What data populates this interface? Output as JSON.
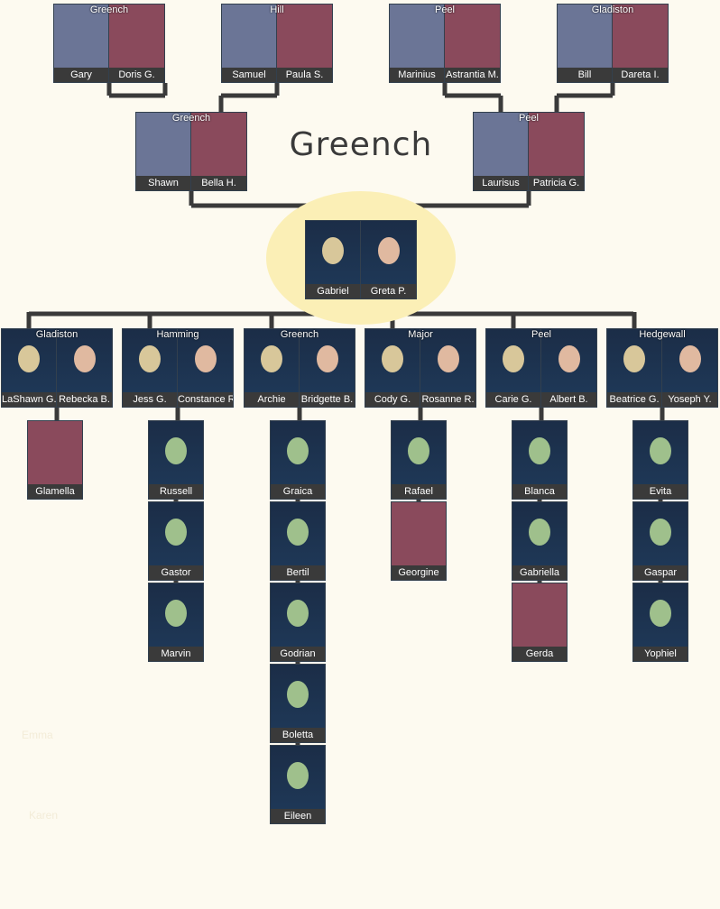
{
  "title": "Greench",
  "colors": {
    "male": "#6b7596",
    "female": "#8a4a5c",
    "photo": "#1f3a5a",
    "line": "#3a3a3a",
    "name_bar": "#3a3a3a",
    "halo": "#fbefb6"
  },
  "grandparents": [
    {
      "family": "Greench",
      "left": "Gary",
      "right": "Doris G."
    },
    {
      "family": "Hill",
      "left": "Samuel",
      "right": "Paula S."
    },
    {
      "family": "Peel",
      "left": "Marinius",
      "right": "Astrantia M."
    },
    {
      "family": "Gladiston",
      "left": "Bill",
      "right": "Dareta I."
    }
  ],
  "parents": [
    {
      "family": "Greench",
      "left": "Shawn",
      "right": "Bella H."
    },
    {
      "family": "Peel",
      "left": "Laurisus",
      "right": "Patricia G."
    }
  ],
  "center": {
    "left": "Gabriel",
    "right": "Greta P."
  },
  "children": [
    {
      "family": "Gladiston",
      "left": "LaShawn G.",
      "right": "Rebecka B.",
      "kids": [
        "Glamella"
      ]
    },
    {
      "family": "Hamming",
      "left": "Jess G.",
      "right": "Constance R.",
      "kids": [
        "Russell",
        "Gastor",
        "Marvin"
      ]
    },
    {
      "family": "Greench",
      "left": "Archie",
      "right": "Bridgette B.",
      "kids": [
        "Graica",
        "Bertil",
        "Godrian",
        "Boletta",
        "Eileen"
      ]
    },
    {
      "family": "Major",
      "left": "Cody G.",
      "right": "Rosanne R.",
      "kids": [
        "Rafael",
        "Georgine"
      ]
    },
    {
      "family": "Peel",
      "left": "Carie G.",
      "right": "Albert B.",
      "kids": [
        "Blanca",
        "Gabriella",
        "Gerda"
      ]
    },
    {
      "family": "Hedgewall",
      "left": "Beatrice G.",
      "right": "Yoseph Y.",
      "kids": [
        "Evita",
        "Gaspar",
        "Yophiel"
      ]
    }
  ],
  "faded": [
    "Emma",
    "Karen"
  ]
}
